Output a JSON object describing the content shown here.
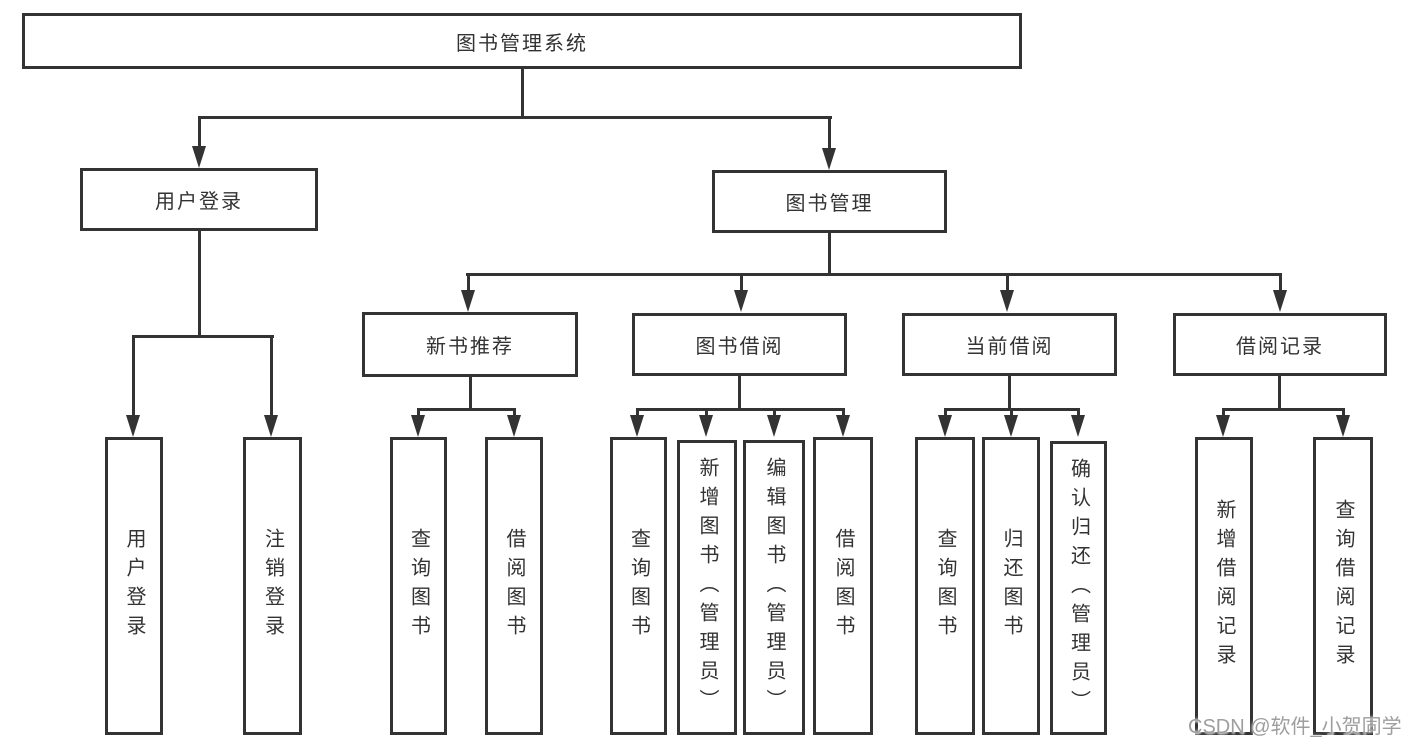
{
  "colors": {
    "line": "#333333",
    "text": "#333333",
    "box_fill": "#ffffff",
    "background": "#ffffff",
    "watermark": "#9e9e9e"
  },
  "diagram": {
    "root": {
      "label": "图书管理系统"
    },
    "level2": [
      {
        "label": "用户登录"
      },
      {
        "label": "图书管理"
      }
    ],
    "level3": [
      {
        "label": "新书推荐",
        "parent": "图书管理"
      },
      {
        "label": "图书借阅",
        "parent": "图书管理"
      },
      {
        "label": "当前借阅",
        "parent": "图书管理"
      },
      {
        "label": "借阅记录",
        "parent": "图书管理"
      }
    ],
    "leaves": [
      {
        "label": "用户登录",
        "parent": "用户登录"
      },
      {
        "label": "注销登录",
        "parent": "用户登录"
      },
      {
        "label": "查询图书",
        "parent": "新书推荐"
      },
      {
        "label": "借阅图书",
        "parent": "新书推荐"
      },
      {
        "label": "查询图书",
        "parent": "图书借阅"
      },
      {
        "label": "新增图书（管理员）",
        "parent": "图书借阅"
      },
      {
        "label": "编辑图书（管理员）",
        "parent": "图书借阅"
      },
      {
        "label": "借阅图书",
        "parent": "图书借阅"
      },
      {
        "label": "查询图书",
        "parent": "当前借阅"
      },
      {
        "label": "归还图书",
        "parent": "当前借阅"
      },
      {
        "label": "确认归还（管理员）",
        "parent": "当前借阅"
      },
      {
        "label": "新增借阅记录",
        "parent": "借阅记录"
      },
      {
        "label": "查询借阅记录",
        "parent": "借阅记录"
      }
    ]
  },
  "watermark": {
    "text": "CSDN @软件_小贺同学"
  }
}
